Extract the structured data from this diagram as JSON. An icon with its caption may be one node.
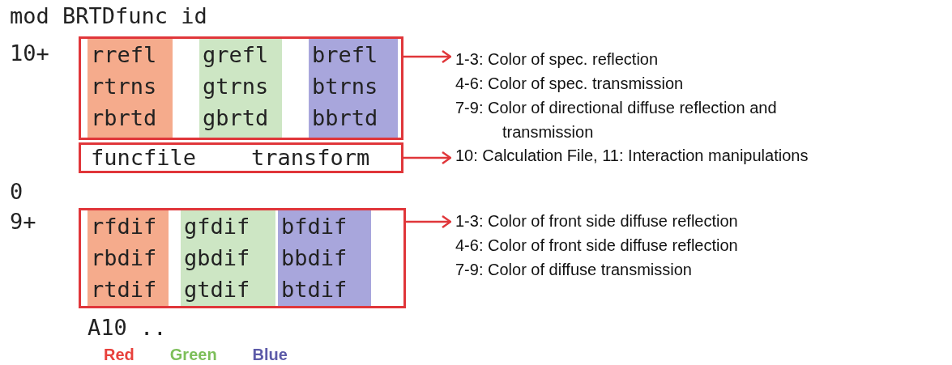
{
  "diagram": {
    "nodes": [
      {
        "text": [
          "rrefl",
          "grefl",
          "brefl",
          "rtrns",
          "gtrns",
          "btrns",
          "rbrtd",
          "gbrtd",
          "bbrtd"
        ]
      },
      {
        "text": [
          "funcfile",
          "transform"
        ]
      },
      {
        "text": [
          "rfdif",
          "gfdif",
          "bfdif",
          "rbdif",
          "gbdif",
          "bbdif",
          "rtdif",
          "gtdif",
          "btdif"
        ]
      },
      {
        "text": [
          "1-3: Color of spec. reflection",
          "4-6: Color of spec. transmission",
          "7-9: Color of directional diffuse reflection and transmission"
        ]
      },
      {
        "text": [
          "10: Calculation File, 11: Interaction manipulations"
        ]
      },
      {
        "text": [
          "1-3: Color of front side diffuse reflection",
          "4-6: Color of front side diffuse reflection",
          "7-9: Color of diffuse transmission"
        ]
      }
    ],
    "edges": [
      {
        "from": 0,
        "to": 3,
        "arrow": "to"
      },
      {
        "from": 1,
        "to": 4,
        "arrow": "to"
      },
      {
        "from": 2,
        "to": 5,
        "arrow": "to"
      }
    ],
    "labels": [
      "mod BRTDfunc id",
      "10+",
      "0",
      "9+",
      "A10 .."
    ],
    "legend": [
      {
        "text": "Red",
        "color": "#e8413c"
      },
      {
        "text": "Green",
        "color": "#7dbf5a"
      },
      {
        "text": "Blue",
        "color": "#5c5aa8"
      }
    ]
  }
}
